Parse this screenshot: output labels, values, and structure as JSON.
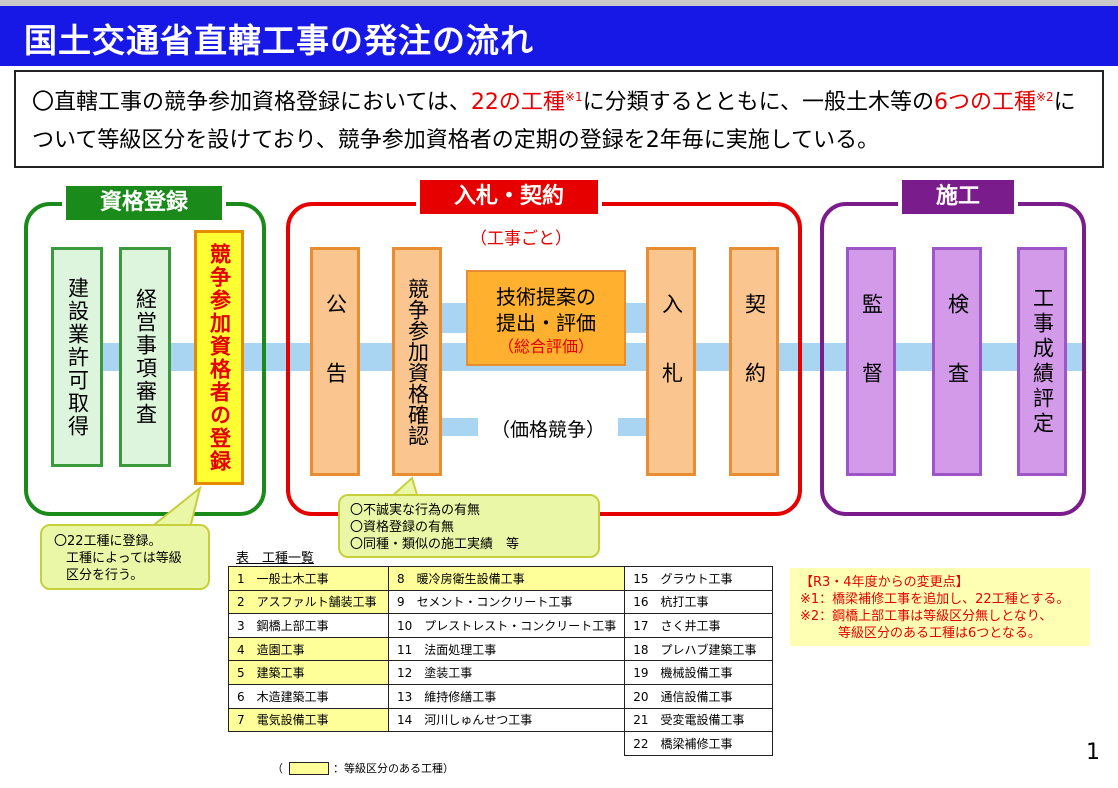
{
  "title": "国土交通省直轄工事の発注の流れ",
  "summary": {
    "p1": "〇直轄工事の競争参加資格登録においては、",
    "red1": "22の工種",
    "sup1": "※1",
    "p2": "に分類するとともに、一般土木等の",
    "red2": "6つの工種",
    "sup2": "※2",
    "p3": "について等級区分を設けており、競争参加資格者の定期の登録を2年毎に実施している。"
  },
  "stages": {
    "registration": {
      "header": "資格登録",
      "boxes": [
        "建設業許可取得",
        "経営事項審査",
        "競争参加資格者の登録"
      ]
    },
    "bidding": {
      "header": "入札・契約",
      "note": "（工事ごと）",
      "boxes": [
        "公告",
        "競争参加資格確認",
        "入札",
        "契約"
      ],
      "proposal_line1": "技術提案の",
      "proposal_line2": "提出・評価",
      "proposal_sub": "（総合評価）",
      "price": "（価格競争）"
    },
    "construction": {
      "header": "施工",
      "boxes": [
        "監督",
        "検査",
        "工事成績評定"
      ]
    }
  },
  "callouts": {
    "registration": [
      "〇22工種に登録。",
      "工種によっては等級",
      "区分を行う。"
    ],
    "confirmation": [
      "〇不誠実な行為の有無",
      "〇資格登録の有無",
      "〇同種・類似の施工実績　等"
    ]
  },
  "table": {
    "title": "表　工種一覧",
    "col1": [
      "1　一般土木工事",
      "2　アスファルト舗装工事",
      "3　鋼橋上部工事",
      "4　造園工事",
      "5　建築工事",
      "6　木造建築工事",
      "7　電気設備工事"
    ],
    "col2": [
      "8　暖冷房衛生設備工事",
      "9　セメント・コンクリート工事",
      "10　プレストレスト・コンクリート工事",
      "11　法面処理工事",
      "12　塗装工事",
      "13　維持修繕工事",
      "14　河川しゅんせつ工事"
    ],
    "col3": [
      "15　グラウト工事",
      "16　杭打工事",
      "17　さく井工事",
      "18　プレハブ建築工事",
      "19　機械設備工事",
      "20　通信設備工事",
      "21　受変電設備工事",
      "22　橋梁補修工事"
    ],
    "legend_open": "（",
    "legend_text": "：等級区分のある工種）"
  },
  "changes": {
    "title": "【R3・4年度からの変更点】",
    "line1": "※1：橋梁補修工事を追加し、22工種とする。",
    "line2": "※2：鋼橋上部工事は等級区分無しとなり、",
    "line3": "等級区分のある工種は6つとなる。"
  },
  "page_number": "1",
  "colors": {
    "title_bg": "#1818e6",
    "registration": "#1a8a1a",
    "bidding": "#e60000",
    "construction": "#7b1c8c"
  }
}
